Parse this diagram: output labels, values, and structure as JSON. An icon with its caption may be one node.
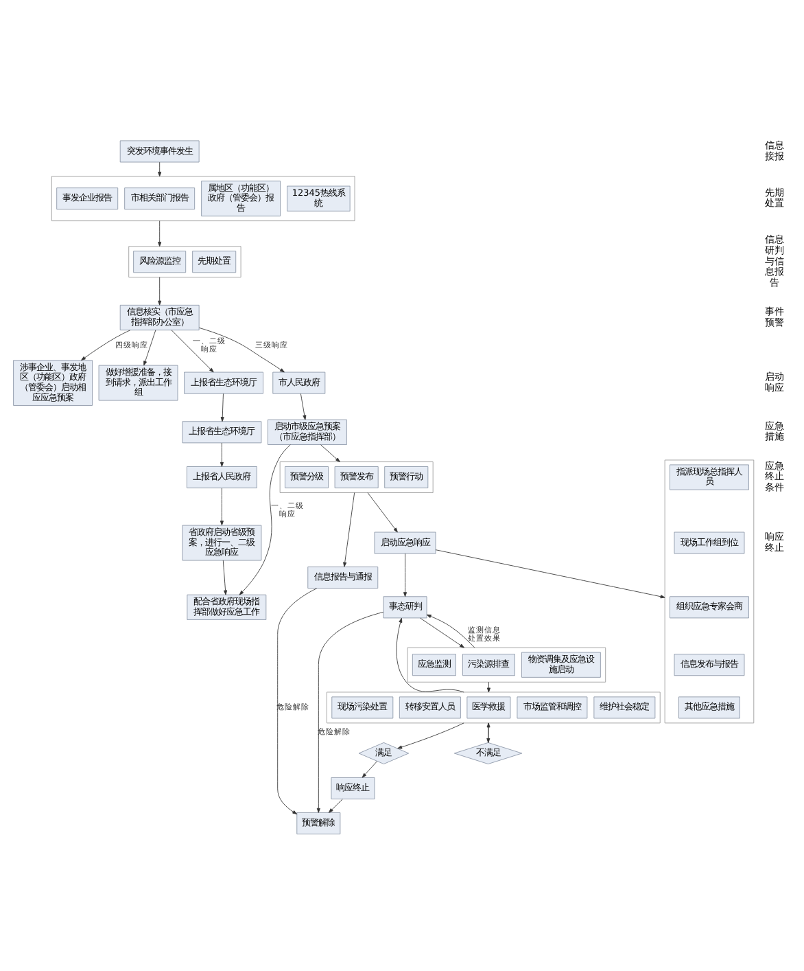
{
  "diagram": {
    "nodes": [
      {
        "text": [
          "突发环境事件发生"
        ]
      },
      {
        "text": [],
        "shape": "box"
      },
      {
        "text": [
          "12345热线系统"
        ],
        "in": 1
      },
      {
        "text": [
          "属地区（功能区）政府（管委会）报告"
        ],
        "in": 1
      },
      {
        "text": [
          "市相关部门报告"
        ],
        "in": 1
      },
      {
        "text": [
          "事发企业报告"
        ],
        "in": 1
      },
      {
        "text": [],
        "shape": "box"
      },
      {
        "text": [
          "先期处置"
        ],
        "in": 6
      },
      {
        "text": [
          "风险源监控"
        ],
        "in": 6
      },
      {
        "text": [
          "涉事企业、事发地区（功能区）政府（管委会）启动相应应急预案"
        ]
      },
      {
        "text": [
          "做好增援准备，接到请求，派出工作组"
        ]
      },
      {
        "text": [
          "信息核实（市应急指挥部办公室）"
        ]
      },
      {
        "text": [
          "上报省生态环境厅"
        ]
      },
      {
        "text": [
          "信息报告与通报"
        ]
      },
      {
        "text": [
          "市人民政府"
        ]
      },
      {
        "text": [
          "上报省生态环境厅"
        ]
      },
      {
        "text": [
          "预警解除"
        ]
      },
      {
        "text": [
          "启动市级应急预案（市应急指挥部）"
        ]
      },
      {
        "text": [
          "上报省人民政府"
        ]
      },
      {
        "text": [],
        "shape": "box"
      },
      {
        "text": [
          "预警行动"
        ],
        "in": 19
      },
      {
        "text": [
          "预警发布"
        ],
        "in": 19
      },
      {
        "text": [
          "预警分级"
        ],
        "in": 19
      },
      {
        "text": [
          "省政府启动省级预案，进行一、二级应急响应"
        ]
      },
      {
        "text": [
          "配合省政府现场指挥部做好应急工作"
        ]
      },
      {
        "text": [],
        "shape": "box"
      },
      {
        "text": [
          "指派现场总指挥人员"
        ],
        "in": 25
      },
      {
        "text": [
          "现场工作组到位"
        ],
        "in": 25
      },
      {
        "text": [
          "组织应急专家会商"
        ],
        "in": 25
      },
      {
        "text": [
          "信息发布与报告"
        ],
        "in": 25
      },
      {
        "text": [
          "其他应急措施"
        ],
        "in": 25
      },
      {
        "text": [
          "启动应急响应"
        ]
      },
      {
        "text": [
          "事态研判"
        ]
      },
      {
        "text": [],
        "shape": "box"
      },
      {
        "text": [
          "物资调集及应急设施启动"
        ],
        "in": 33
      },
      {
        "text": [
          "污染源排查"
        ],
        "in": 33
      },
      {
        "text": [
          "应急监测"
        ],
        "in": 33
      },
      {
        "text": [],
        "shape": "box"
      },
      {
        "text": [
          "维护社会稳定"
        ],
        "in": 37
      },
      {
        "text": [
          "市场监管和调控"
        ],
        "in": 37
      },
      {
        "text": [
          "医学救援"
        ],
        "in": 37
      },
      {
        "text": [
          "转移安置人员"
        ],
        "in": 37
      },
      {
        "text": [
          "现场污染处置"
        ],
        "in": 37
      },
      {
        "text": [
          "不满足"
        ]
      },
      {
        "text": [
          "满足"
        ]
      },
      {
        "text": [
          "响应终止"
        ]
      }
    ],
    "edges": [
      {
        "from": 0,
        "to": 1,
        "arrow": "to"
      },
      {
        "from": 1,
        "to": 6,
        "arrow": "to"
      },
      {
        "from": 6,
        "to": 11,
        "arrow": "to"
      },
      {
        "from": 11,
        "to": 9,
        "arrow": "to",
        "label": "四级响应"
      },
      {
        "from": 11,
        "to": 10,
        "arrow": "to"
      },
      {
        "from": 11,
        "to": 12,
        "arrow": "to",
        "label": "一、二级响应"
      },
      {
        "from": 12,
        "to": 15,
        "arrow": "to"
      },
      {
        "from": 15,
        "to": 18,
        "arrow": "to"
      },
      {
        "from": 18,
        "to": 23,
        "arrow": "to"
      },
      {
        "from": 23,
        "to": 24,
        "arrow": "to"
      },
      {
        "from": 11,
        "to": 14,
        "arrow": "to",
        "label": "三级响应"
      },
      {
        "from": 14,
        "to": 17,
        "arrow": "to"
      },
      {
        "from": 17,
        "to": 24,
        "arrow": "to",
        "label": "一、二级响应"
      },
      {
        "from": 17,
        "to": 19,
        "arrow": "to"
      },
      {
        "from": 19,
        "to": 13,
        "arrow": "to"
      },
      {
        "from": 13,
        "to": 16,
        "arrow": "to",
        "label": "危险解除"
      },
      {
        "from": 19,
        "to": 31,
        "arrow": "to"
      },
      {
        "from": 31,
        "to": 25,
        "arrow": "to"
      },
      {
        "from": 31,
        "to": 32,
        "arrow": "to"
      },
      {
        "from": 32,
        "to": 16,
        "arrow": "to",
        "label": "危险解除"
      },
      {
        "from": 32,
        "to": 33,
        "arrow": "to"
      },
      {
        "from": 33,
        "to": 32,
        "arrow": "to",
        "label": "监测信息处置效果"
      },
      {
        "from": 37,
        "to": 32,
        "arrow": "to"
      },
      {
        "from": 33,
        "to": 37,
        "arrow": "to"
      },
      {
        "from": 37,
        "to": 44,
        "arrow": "to"
      },
      {
        "from": 37,
        "to": 43,
        "arrow": "to"
      },
      {
        "from": 44,
        "to": 45,
        "arrow": "to"
      },
      {
        "from": 43,
        "to": 37,
        "arrow": "to"
      },
      {
        "from": 45,
        "to": 16,
        "arrow": "to"
      }
    ],
    "labels": [
      "信息接报",
      "先期处置",
      "信息研判与信息报告",
      "事件预警",
      "启动响应",
      "应急措施",
      "应急终止条件",
      "响应终止"
    ]
  }
}
